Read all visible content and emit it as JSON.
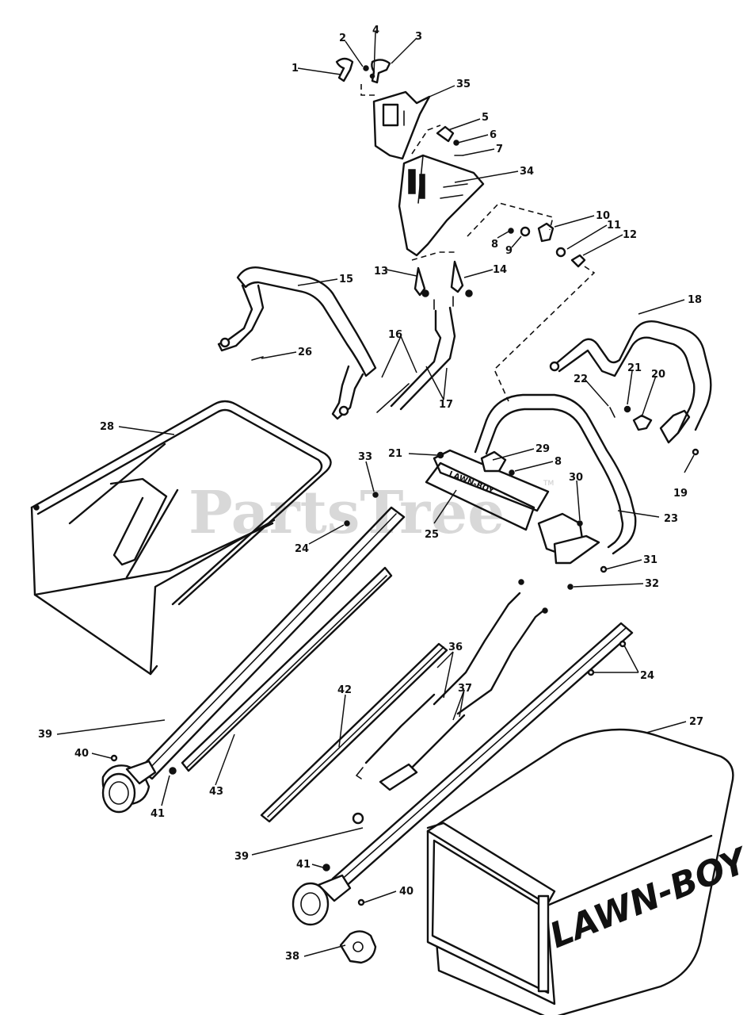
{
  "watermark": {
    "text": "PartsTree",
    "tm": "TM"
  },
  "brand_text": "LAWN-BOY",
  "callouts": [
    "1",
    "2",
    "4",
    "3",
    "35",
    "5",
    "6",
    "7",
    "34",
    "10",
    "11",
    "12",
    "8",
    "9",
    "13",
    "14",
    "15",
    "18",
    "26",
    "16",
    "17",
    "22",
    "21",
    "20",
    "19",
    "28",
    "33",
    "21",
    "29",
    "8",
    "24",
    "30",
    "25",
    "23",
    "31",
    "32",
    "36",
    "24",
    "42",
    "37",
    "27",
    "39",
    "40",
    "41",
    "43",
    "39",
    "41",
    "40",
    "38"
  ]
}
